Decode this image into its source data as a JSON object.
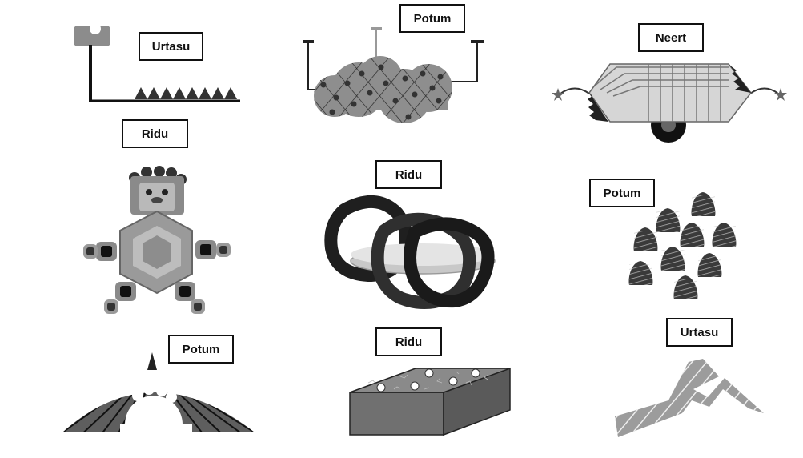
{
  "labels": {
    "urtasu_top": "Urtasu",
    "potum_top": "Potum",
    "neert": "Neert",
    "ridu_left": "Ridu",
    "ridu_center": "Ridu",
    "potum_right": "Potum",
    "potum_bottom": "Potum",
    "ridu_bottom": "Ridu",
    "urtasu_bottom": "Urtasu"
  },
  "figures": [
    "spiky-lamp-figure",
    "spotted-cloud-figure",
    "cart-figure",
    "hexagon-robot-figure",
    "linked-rings-figure",
    "seed-cluster-figure",
    "dome-figure",
    "speckled-block-figure",
    "zigzag-figure"
  ]
}
